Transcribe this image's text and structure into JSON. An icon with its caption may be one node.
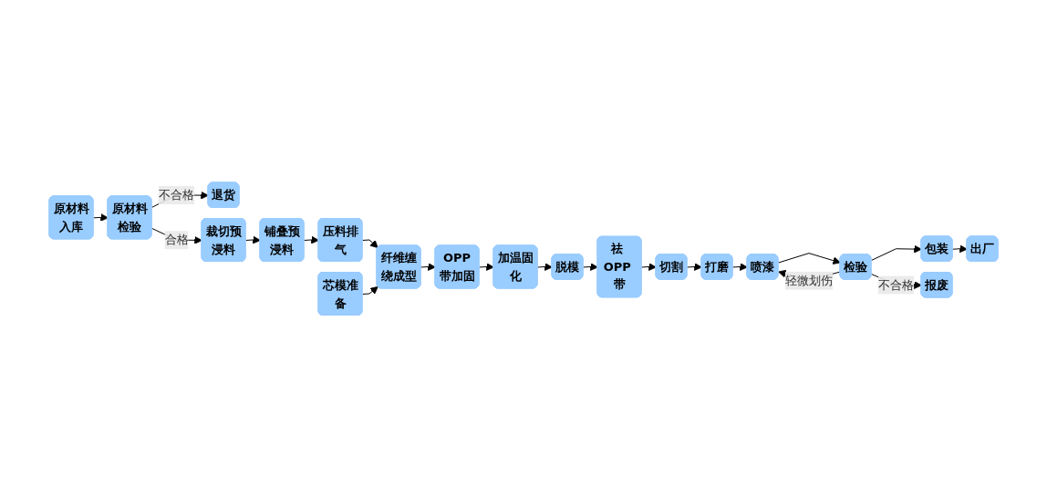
{
  "diagram": {
    "nodes": [
      {
        "text": [
          "退货"
        ]
      },
      {
        "text": [
          "原材料入库"
        ]
      },
      {
        "text": [
          "原材料检验"
        ]
      },
      {
        "text": [
          "裁切预浸料"
        ]
      },
      {
        "text": [
          "铺叠预浸料"
        ]
      },
      {
        "text": [
          "压料排气"
        ]
      },
      {
        "text": [
          "纤维缠绕成型"
        ]
      },
      {
        "text": [
          "芯模准备"
        ]
      },
      {
        "text": [
          "OPP带加固"
        ]
      },
      {
        "text": [
          "加温固化"
        ]
      },
      {
        "text": [
          "脱模"
        ]
      },
      {
        "text": [
          "祛 OPP 带"
        ]
      },
      {
        "text": [
          "切割"
        ]
      },
      {
        "text": [
          "打磨"
        ]
      },
      {
        "text": [
          "喷漆"
        ]
      },
      {
        "text": [
          "检验"
        ]
      },
      {
        "text": [
          "包装"
        ]
      },
      {
        "text": [
          "出厂"
        ]
      },
      {
        "text": [
          "报废"
        ]
      }
    ],
    "edges": [
      {
        "from": 1,
        "to": 2,
        "arrow": "to"
      },
      {
        "from": 2,
        "to": 0,
        "arrow": "to",
        "label": "不合格"
      },
      {
        "from": 2,
        "to": 3,
        "arrow": "to",
        "label": "合格"
      },
      {
        "from": 3,
        "to": 4,
        "arrow": "to"
      },
      {
        "from": 4,
        "to": 5,
        "arrow": "to"
      },
      {
        "from": 5,
        "to": 6,
        "arrow": "to"
      },
      {
        "from": 7,
        "to": 6,
        "arrow": "to"
      },
      {
        "from": 6,
        "to": 8,
        "arrow": "to"
      },
      {
        "from": 8,
        "to": 9,
        "arrow": "to"
      },
      {
        "from": 9,
        "to": 10,
        "arrow": "to"
      },
      {
        "from": 10,
        "to": 11,
        "arrow": "to"
      },
      {
        "from": 11,
        "to": 12,
        "arrow": "to"
      },
      {
        "from": 12,
        "to": 13,
        "arrow": "to"
      },
      {
        "from": 13,
        "to": 14,
        "arrow": "to"
      },
      {
        "from": 14,
        "to": 15,
        "arrow": "to"
      },
      {
        "from": 15,
        "to": 16,
        "arrow": "to"
      },
      {
        "from": 16,
        "to": 17,
        "arrow": "to"
      },
      {
        "from": 15,
        "to": 14,
        "arrow": "to",
        "label": "轻微划伤"
      },
      {
        "from": 15,
        "to": 18,
        "arrow": "to",
        "label": "不合格"
      }
    ]
  }
}
